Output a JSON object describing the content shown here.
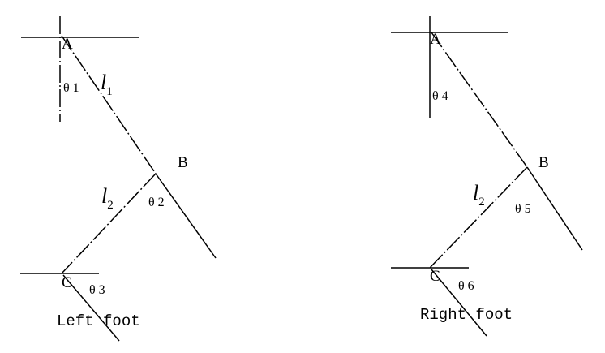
{
  "left": {
    "points": {
      "a": "A",
      "b": "B",
      "c": "C"
    },
    "angles": {
      "t1": "θ 1",
      "t2": "θ 2",
      "t3": "θ 3"
    },
    "links": {
      "l1": {
        "letter": "l",
        "index": "1"
      },
      "l2": {
        "letter": "l",
        "index": "2"
      }
    },
    "caption": "Left foot"
  },
  "right": {
    "points": {
      "a": "A",
      "b": "B",
      "c": "C"
    },
    "angles": {
      "t4": "θ 4",
      "t5": "θ 5",
      "t6": "θ 6"
    },
    "links": {
      "l2": {
        "letter": "l",
        "index": "2"
      }
    },
    "caption": "Right foot"
  }
}
